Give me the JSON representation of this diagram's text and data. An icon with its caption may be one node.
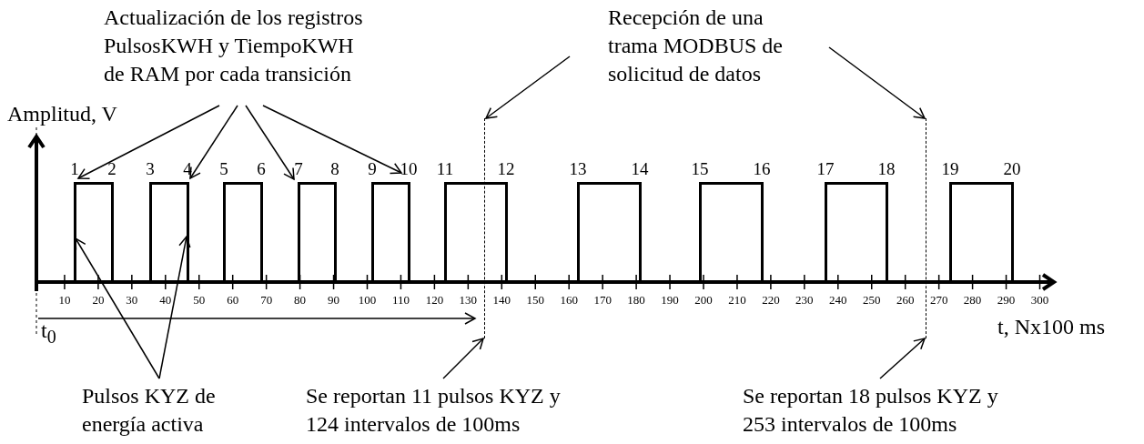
{
  "diagram": {
    "nodes": [
      {
        "text": [
          "Actualización de los registros PulsosKWH y TiempoKWH de RAM por cada transición"
        ]
      },
      {
        "text": [
          "Recepción de una trama MODBUS de solicitud de datos"
        ]
      },
      {
        "text": [],
        "shape": "box"
      },
      {
        "text": [],
        "shape": "box"
      },
      {
        "text": [],
        "shape": "box"
      },
      {
        "text": [],
        "shape": "box"
      },
      {
        "text": [],
        "shape": "box"
      },
      {
        "text": [],
        "shape": "box"
      },
      {
        "text": [],
        "shape": "box"
      },
      {
        "text": [],
        "shape": "box"
      },
      {
        "text": [],
        "shape": "box"
      },
      {
        "text": [],
        "shape": "box"
      },
      {
        "text": [],
        "shape": "line"
      },
      {
        "text": [],
        "shape": "line"
      },
      {
        "text": [
          "Pulsos KYZ de energía activa"
        ]
      },
      {
        "text": [
          "Se reportan 11 pulsos KYZ y 124 intervalos de 100ms"
        ]
      },
      {
        "text": [
          "Se reportan 18 pulsos KYZ y 253 intervalos de 100ms"
        ]
      }
    ],
    "edges": [
      {
        "from": 0,
        "to": 2,
        "arrow": "to"
      },
      {
        "from": 0,
        "to": 3,
        "arrow": "to"
      },
      {
        "from": 0,
        "to": 5,
        "arrow": "to"
      },
      {
        "from": 0,
        "to": 6,
        "arrow": "to"
      },
      {
        "from": 1,
        "to": 12,
        "arrow": "to"
      },
      {
        "from": 1,
        "to": 13,
        "arrow": "to"
      },
      {
        "from": 14,
        "to": 2,
        "arrow": "to"
      },
      {
        "from": 14,
        "to": 3,
        "arrow": "to"
      },
      {
        "from": 15,
        "to": 12,
        "arrow": "to"
      },
      {
        "from": 16,
        "to": 13,
        "arrow": "to"
      }
    ],
    "labels": [
      "Amplitud, V",
      "1",
      "2",
      "3",
      "4",
      "5",
      "6",
      "7",
      "8",
      "9",
      "10",
      "11",
      "12",
      "13",
      "14",
      "15",
      "16",
      "17",
      "18",
      "19",
      "20",
      "10",
      "20",
      "30",
      "40",
      "50",
      "60",
      "70",
      "80",
      "90",
      "100",
      "110",
      "120",
      "130",
      "140",
      "150",
      "160",
      "170",
      "180",
      "190",
      "200",
      "210",
      "220",
      "230",
      "240",
      "250",
      "260",
      "270",
      "280",
      "290",
      "300",
      "t$_{0}$",
      "t, Nx100 ms"
    ]
  }
}
